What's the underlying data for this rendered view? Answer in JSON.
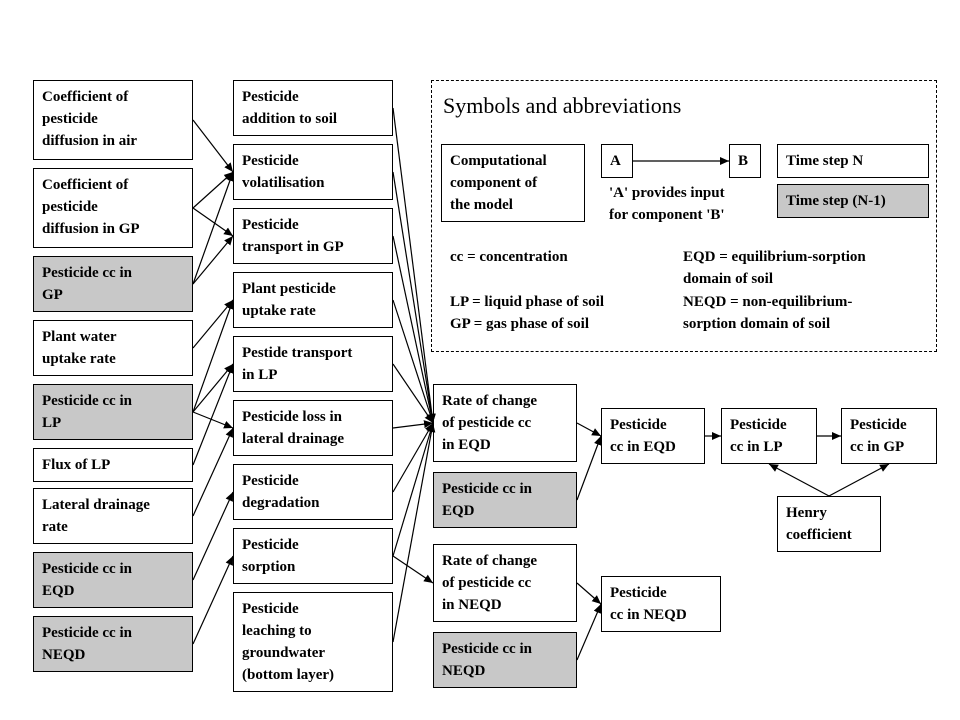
{
  "inputs_col1": [
    "Coefficient of\npesticide\ndiffusion in air",
    "Coefficient of\npesticide\ndiffusion in GP",
    "Pesticide cc in\nGP",
    "Plant water\nuptake rate",
    "Pesticide cc in\nLP",
    "Flux of LP",
    "Lateral drainage\nrate",
    "Pesticide cc in\nEQD",
    "Pesticide cc in\nNEQD"
  ],
  "processes_col2": [
    "Pesticide\naddition to soil",
    "Pesticide\nvolatilisation",
    "Pesticide\ntransport in GP",
    "Plant pesticide\nuptake rate",
    "Pestide transport\nin LP",
    "Pesticide loss in\nlateral drainage",
    "Pesticide\ndegradation",
    "Pesticide\nsorption",
    "Pesticide\nleaching to\ngroundwater\n(bottom layer)"
  ],
  "rates_col3": {
    "rate_eqd": "Rate of change\nof pesticide cc\nin EQD",
    "prev_eqd": "Pesticide cc in\nEQD",
    "rate_neqd": "Rate of change\nof pesticide cc\nin NEQD",
    "prev_neqd": "Pesticide cc in\nNEQD"
  },
  "outputs": {
    "cc_eqd": "Pesticide\ncc in EQD",
    "cc_lp": "Pesticide\ncc in LP",
    "cc_gp": "Pesticide\ncc in GP",
    "henry": "Henry\ncoefficient",
    "cc_neqd": "Pesticide\ncc in NEQD"
  },
  "legend": {
    "title": "Symbols and abbreviations",
    "component": "Computational\ncomponent of\nthe model",
    "a": "A",
    "b": "B",
    "arrow_desc": "'A' provides input\nfor component 'B'",
    "time_n": "Time step N",
    "time_prev": "Time step (N-1)",
    "abbr_cc": "cc = concentration",
    "abbr_lp_gp": "LP = liquid phase of soil\nGP = gas phase of soil",
    "abbr_eqd": "EQD = equilibrium-sorption\ndomain of soil",
    "abbr_neqd": "NEQD = non-equilibrium-\nsorption domain of soil"
  }
}
